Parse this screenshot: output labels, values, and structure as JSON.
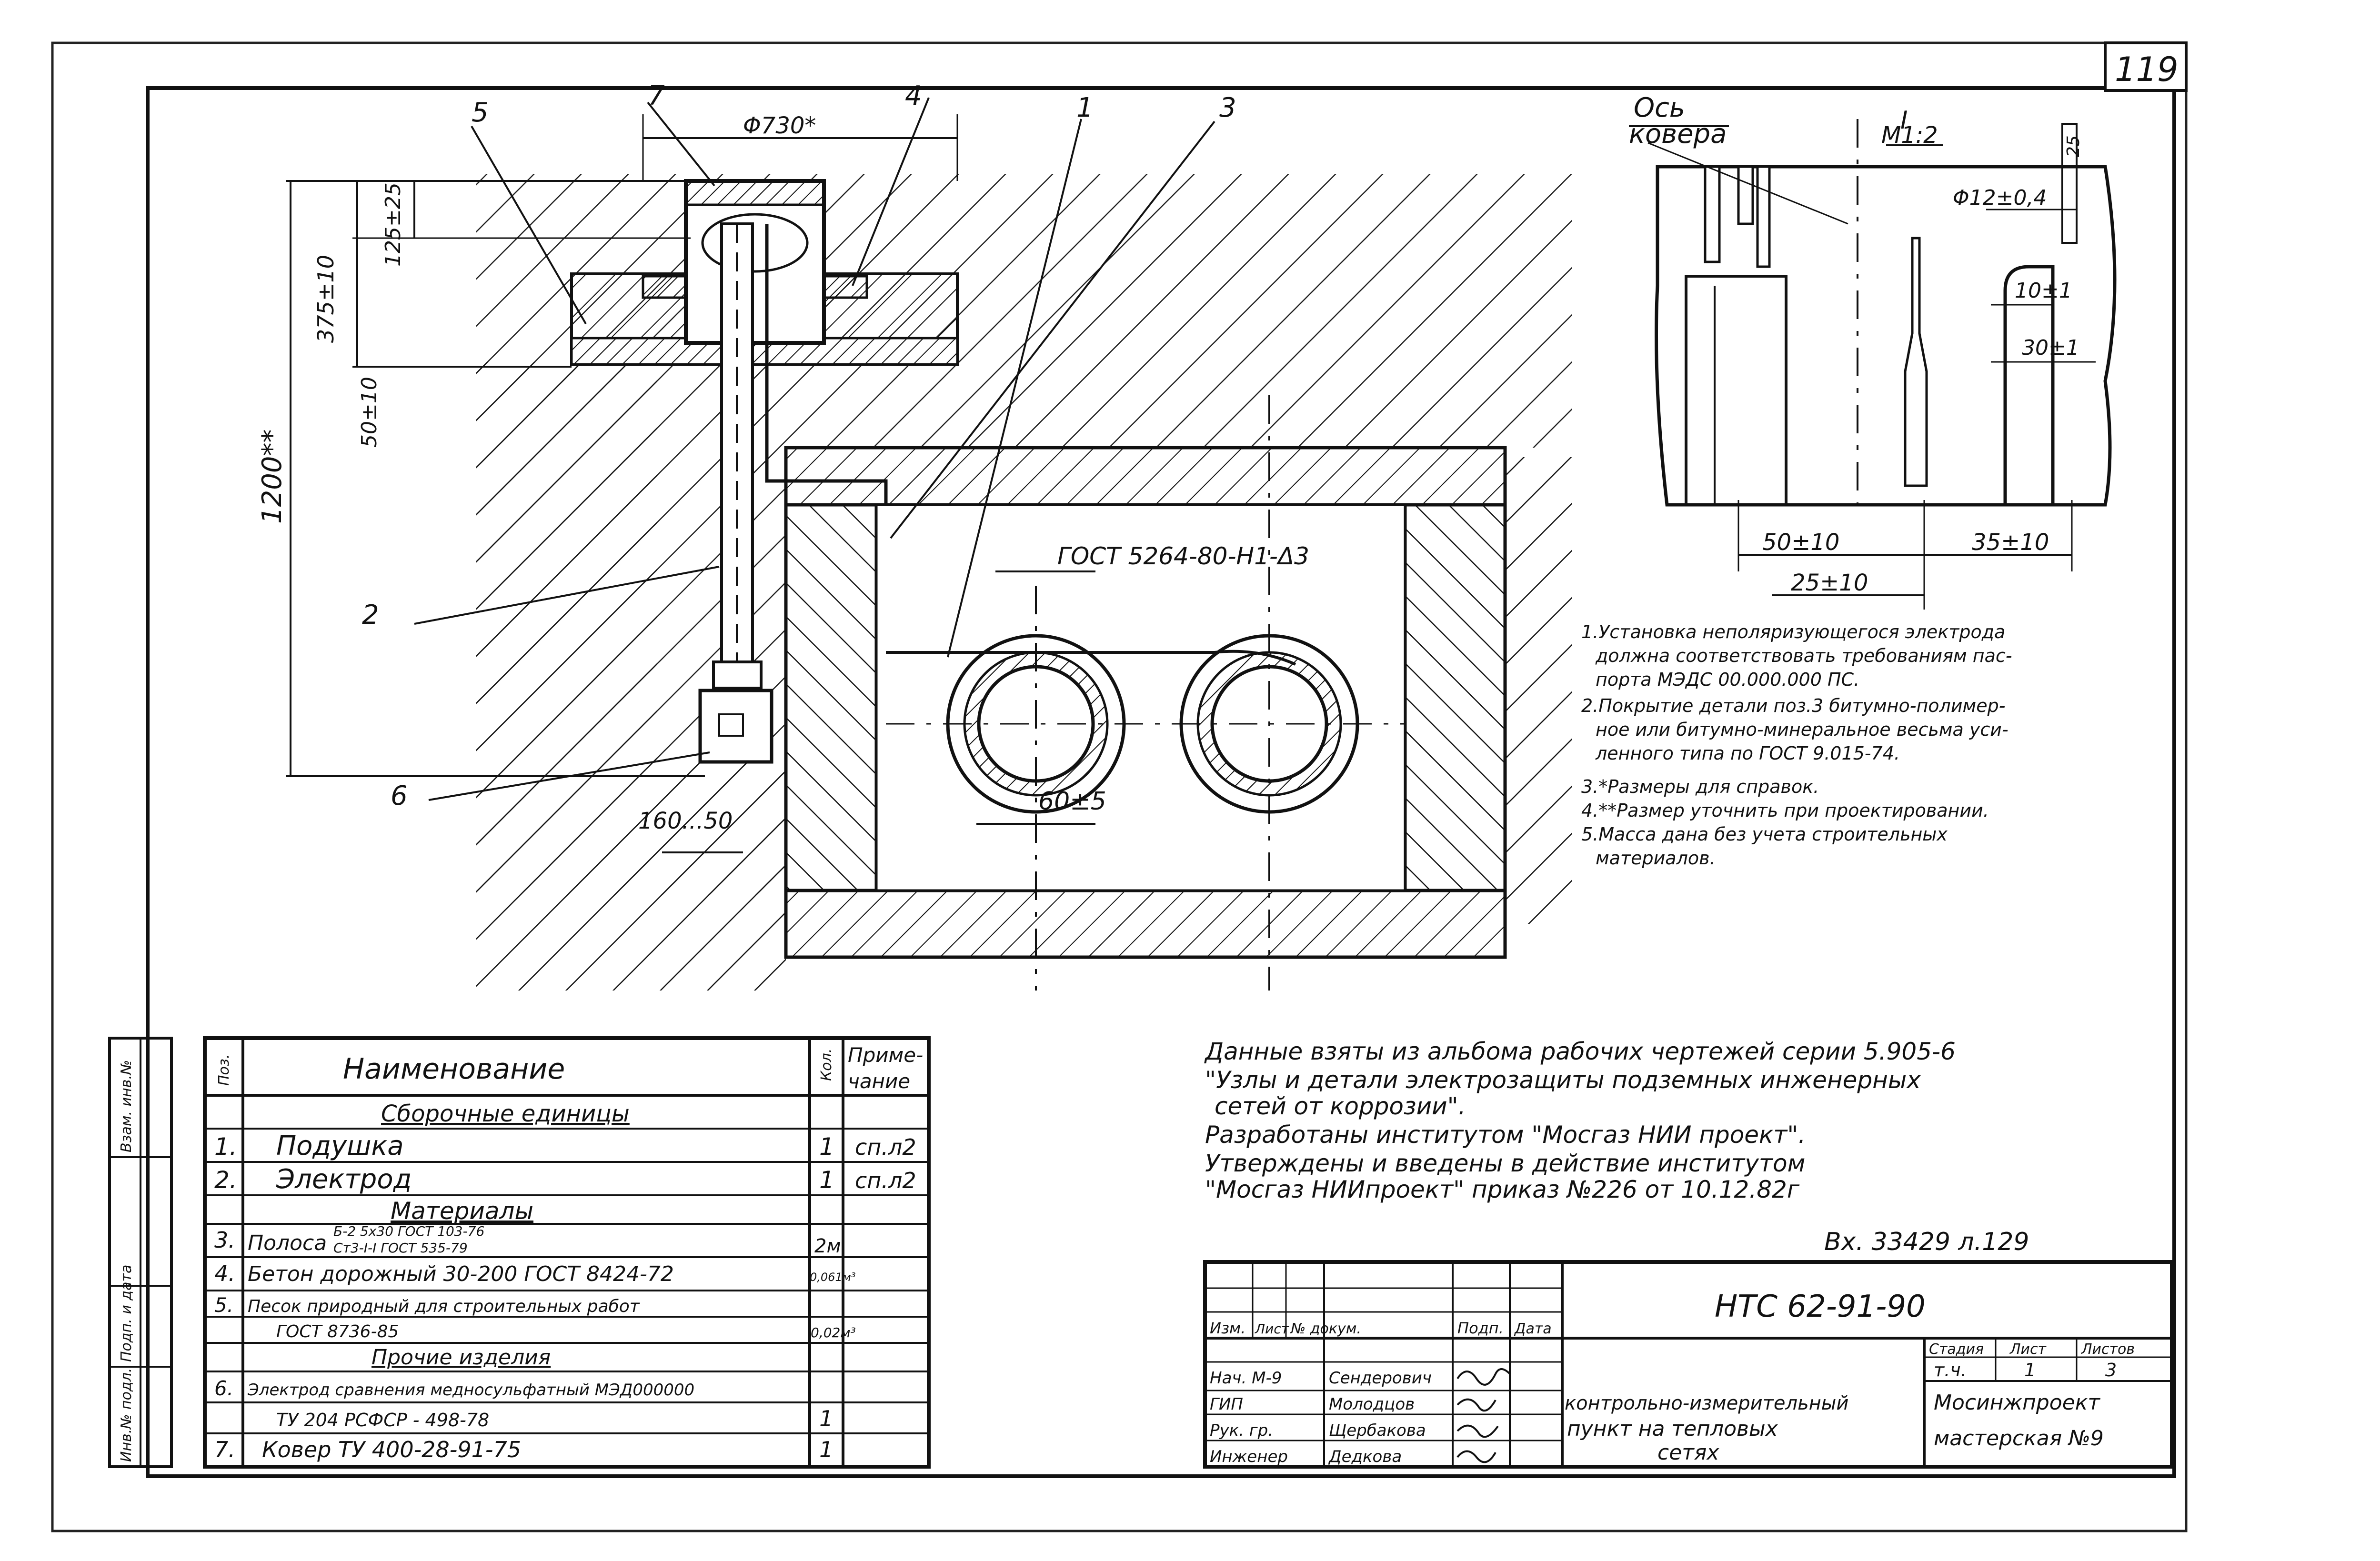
{
  "sheet_corner_number": "119",
  "dimensions": {
    "phi730": "Φ730*",
    "d375": "375±10",
    "d125": "125±25",
    "d50": "50±10",
    "d1200": "1200**",
    "d160": "160...50",
    "d60": "60±5",
    "weld": "ГОСТ 5264-80-Н1-Δ3"
  },
  "callouts": [
    "5",
    "7",
    "4",
    "1",
    "3",
    "2",
    "6"
  ],
  "detail": {
    "axis_label_1": "Ось",
    "axis_label_2": "ковера",
    "view_label": "I",
    "scale": "М1:2",
    "dim_phi12": "Φ12±0,4",
    "dim_top": "25",
    "dim_10": "10±1",
    "dim_30": "30±1",
    "dim_50": "50±10",
    "dim_35": "35±10",
    "dim_25": "25±10"
  },
  "notes": [
    "1.Установка неполяризующегося электрода",
    "должна соответствовать требованиям пас-",
    "порта МЭДС 00.000.000 ПС.",
    "2.Покрытие детали поз.3 битумно-полимер-",
    "ное или битумно-минеральное весьма уси-",
    "ленного типа по ГОСТ 9.015-74.",
    "3.*Размеры для справок.",
    "4.**Размер уточнить при проектировании.",
    "5.Масса дана без учета строительных",
    "материалов."
  ],
  "source_note": [
    "Данные взяты из альбома рабочих чертежей серии 5.905-6",
    "\"Узлы и детали электрозащиты подземных инженерных",
    "сетей от коррозии\".",
    "Разработаны институтом \"Мосгаз НИИ проект\".",
    "Утверждены и введены в действие институтом",
    "\"Мосгаз НИИпроект\" приказ №226 от 10.12.82г"
  ],
  "inventory_stamp": "Вх. 33429 л.129",
  "spec_table": {
    "headers": {
      "pos": "Поз.",
      "name": "Наименование",
      "qty": "Кол.",
      "note": "Приме-чание"
    },
    "note_header_1": "Приме-",
    "note_header_2": "чание",
    "rows": [
      {
        "pos": "",
        "name": "Сборочные единицы",
        "qty": "",
        "note": "",
        "section": true
      },
      {
        "pos": "1.",
        "name": "Подушка",
        "qty": "1",
        "note": "сп.л2"
      },
      {
        "pos": "2.",
        "name": "Электрод",
        "qty": "1",
        "note": "сп.л2"
      },
      {
        "pos": "",
        "name": "Материалы",
        "qty": "",
        "note": "",
        "section": true
      },
      {
        "pos": "3.",
        "name": "Полоса",
        "sub1": "Б-2 5х30 ГОСТ 103-76",
        "sub2": "Ст3-I-I ГОСТ 535-79",
        "qty": "2м",
        "note": ""
      },
      {
        "pos": "4.",
        "name": "Бетон дорожный 30-200   ГОСТ 8424-72",
        "qty": "0,061м³",
        "note": ""
      },
      {
        "pos": "5.",
        "name": "Песок природный для строительных работ",
        "qty": "",
        "note": ""
      },
      {
        "pos": "",
        "name": "ГОСТ 8736-85",
        "qty": "0,02м³",
        "note": ""
      },
      {
        "pos": "",
        "name": "Прочие изделия",
        "qty": "",
        "note": "",
        "section": true
      },
      {
        "pos": "6.",
        "name": "Электрод сравнения медносульфатный МЭД000000",
        "qty": "",
        "note": ""
      },
      {
        "pos": "",
        "name": "ТУ 204 РСФСР - 498-78",
        "qty": "1",
        "note": ""
      },
      {
        "pos": "7.",
        "name": "Ковер   ТУ 400-28-91-75",
        "qty": "1",
        "note": ""
      }
    ]
  },
  "side_strip": [
    "Инв.№ подл.",
    "Подп. и дата",
    "Взам. инв.№"
  ],
  "title_block": {
    "code": "НТС 62-91-90",
    "col_headers": [
      "Изм.",
      "Лист",
      "№ докум.",
      "Подп.",
      "Дата"
    ],
    "signatures": [
      {
        "role": "Нач. М-9",
        "name": "Сендерович"
      },
      {
        "role": "ГИП",
        "name": "Молодцов"
      },
      {
        "role": "Рук. гр.",
        "name": "Щербакова"
      },
      {
        "role": "Инженер",
        "name": "Дедкова"
      }
    ],
    "title_lines": [
      "контрольно-измерительный",
      "пункт на тепловых",
      "сетях"
    ],
    "stage_label": "Стадия",
    "sheet_label": "Лист",
    "sheets_label": "Листов",
    "stage": "т.ч.",
    "sheet": "1",
    "sheets": "3",
    "org_1": "Мосинжпроект",
    "org_2": "мастерская №9"
  }
}
